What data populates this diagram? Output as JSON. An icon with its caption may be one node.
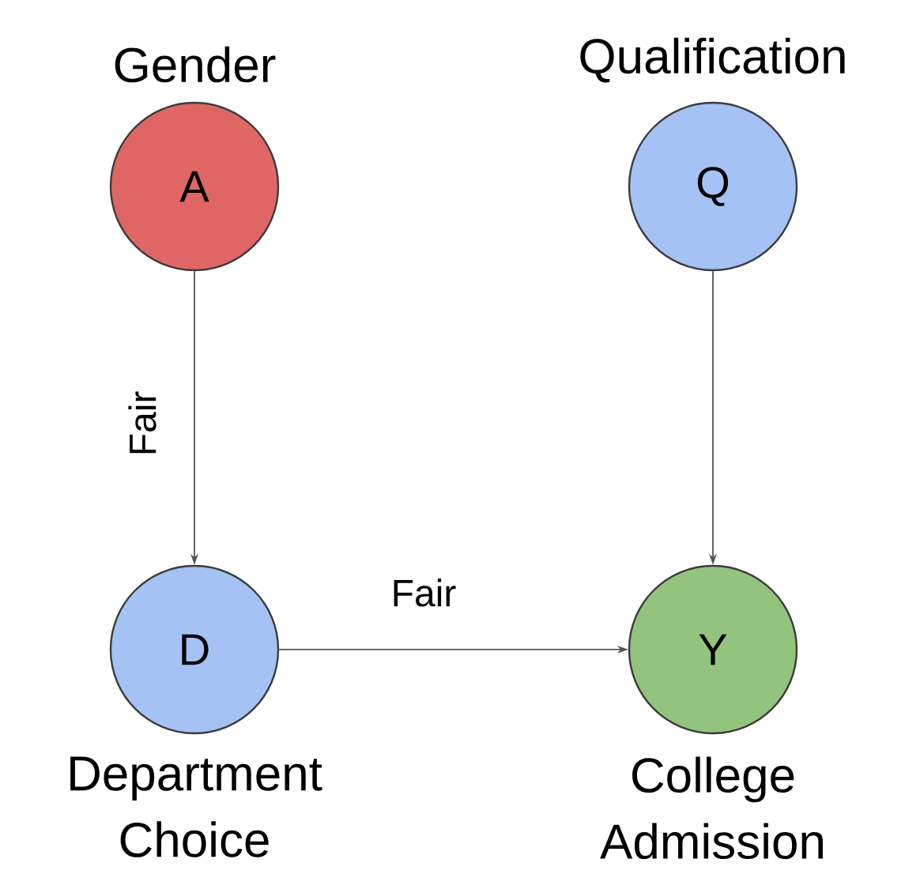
{
  "diagram": {
    "nodes": [
      {
        "text": [
          "A"
        ],
        "beside": [
          "Gender"
        ]
      },
      {
        "text": [
          "Q"
        ],
        "beside": [
          "Qualification"
        ]
      },
      {
        "text": [
          "D"
        ],
        "beside": [
          "Department Choice"
        ]
      },
      {
        "text": [
          "Y"
        ],
        "beside": [
          "College Admission"
        ]
      }
    ],
    "edges": [
      {
        "from": 0,
        "to": 2,
        "arrow": "to",
        "label": "Fair"
      },
      {
        "from": 2,
        "to": 3,
        "arrow": "to",
        "label": "Fair"
      },
      {
        "from": 1,
        "to": 3,
        "arrow": "to"
      }
    ]
  }
}
